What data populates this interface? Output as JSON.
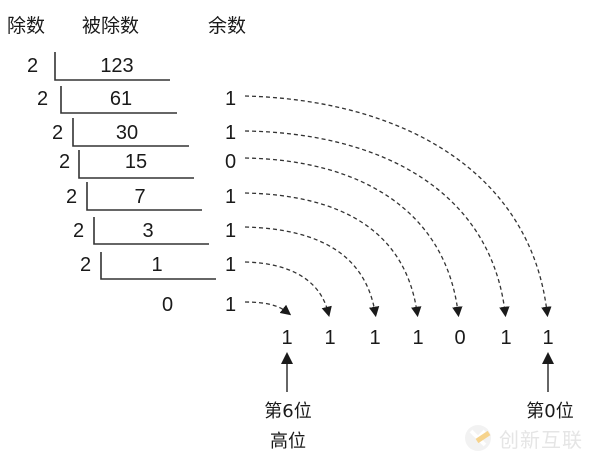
{
  "headers": {
    "divisor": "除数",
    "dividend": "被除数",
    "remainder": "余数"
  },
  "rows": [
    {
      "divisor": "2",
      "dividend": "123",
      "remainder": ""
    },
    {
      "divisor": "2",
      "dividend": "61",
      "remainder": "1"
    },
    {
      "divisor": "2",
      "dividend": "30",
      "remainder": "1"
    },
    {
      "divisor": "2",
      "dividend": "15",
      "remainder": "0"
    },
    {
      "divisor": "2",
      "dividend": "7",
      "remainder": "1"
    },
    {
      "divisor": "2",
      "dividend": "3",
      "remainder": "1"
    },
    {
      "divisor": "2",
      "dividend": "1",
      "remainder": "1"
    },
    {
      "divisor": "",
      "dividend": "0",
      "remainder": "1"
    }
  ],
  "result_bits": [
    "1",
    "1",
    "1",
    "1",
    "0",
    "1",
    "1"
  ],
  "labels": {
    "high_bit_line1": "第6位",
    "high_bit_line2": "高位",
    "low_bit": "第0位"
  },
  "watermark": {
    "text": "创新互联",
    "logo_color": "#f0b030"
  },
  "colors": {
    "ink": "#1a1a1a",
    "line": "#333333"
  }
}
